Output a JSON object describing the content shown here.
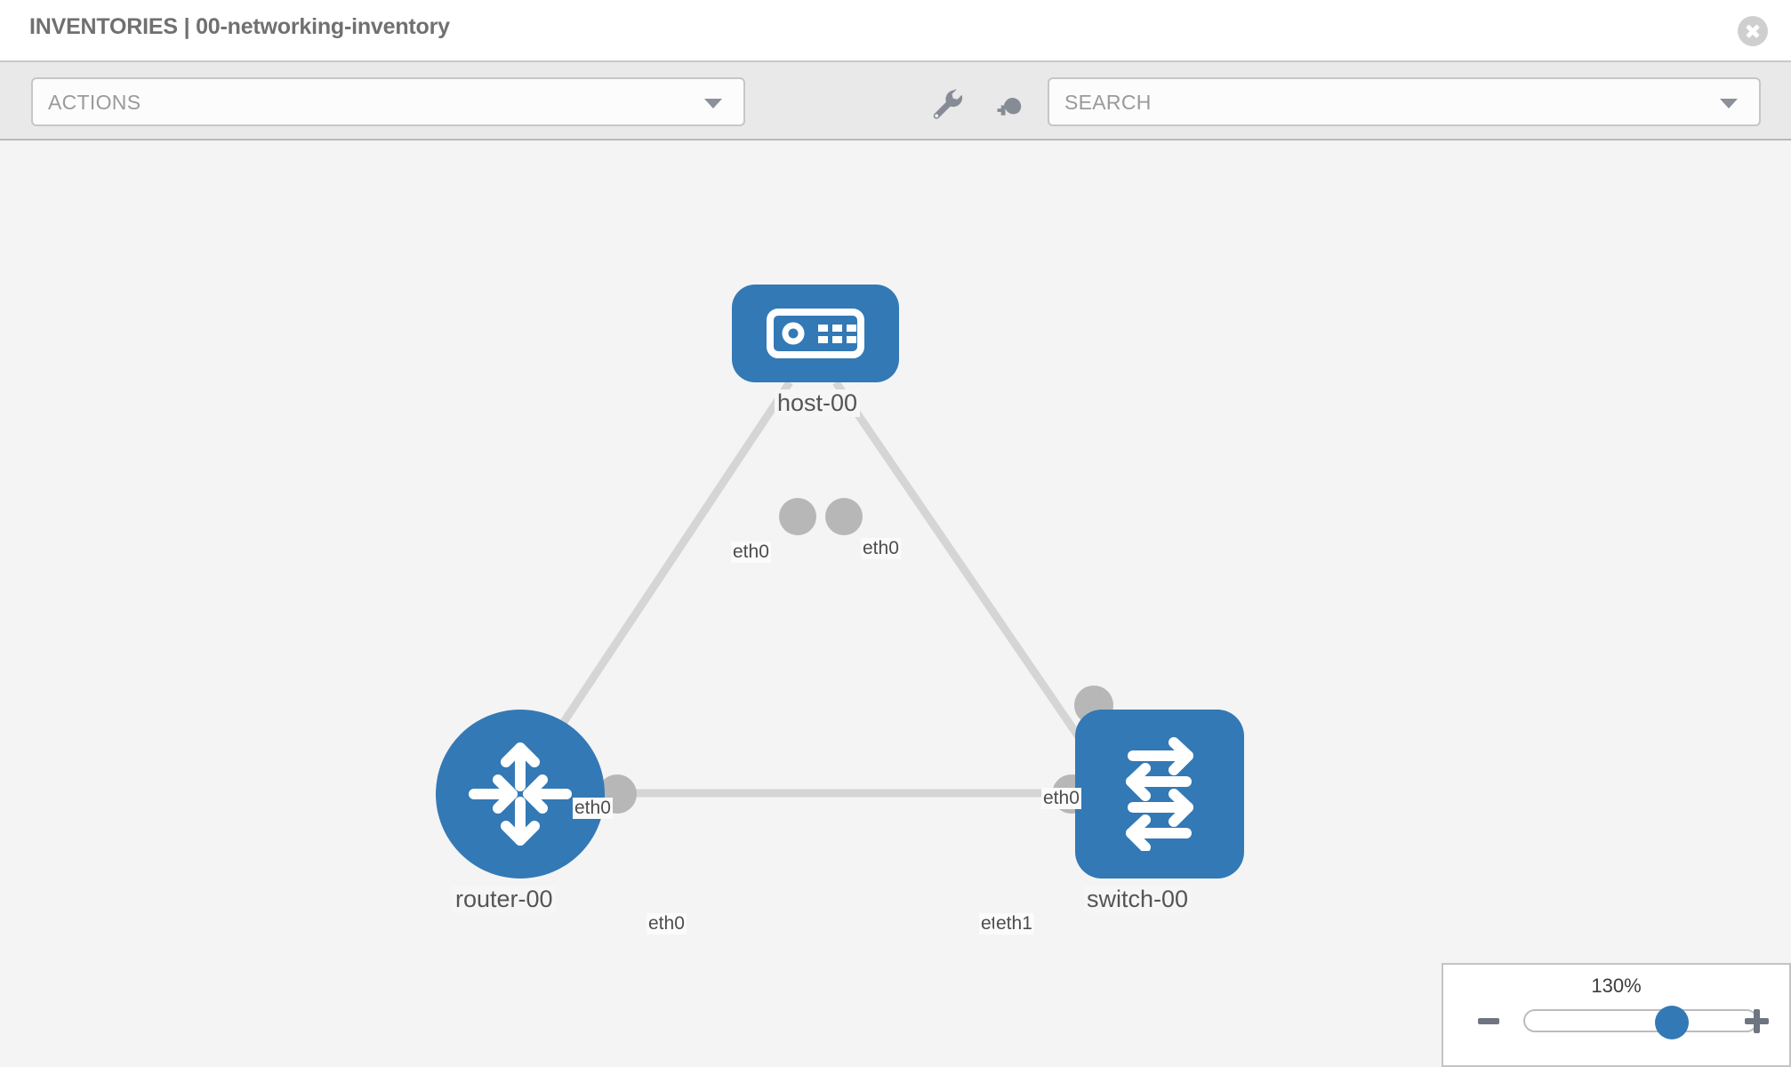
{
  "header": {
    "title": "INVENTORIES | 00-networking-inventory",
    "close_icon": "close-circle-icon"
  },
  "toolbar": {
    "actions_label": "ACTIONS",
    "actions_caret_icon": "chevron-down-icon",
    "wrench_icon": "wrench-icon",
    "key_icon": "key-icon",
    "search_placeholder": "SEARCH",
    "search_value": "",
    "search_caret_icon": "chevron-down-icon"
  },
  "topology": {
    "nodes": [
      {
        "id": "host-00",
        "label": "host-00",
        "icon": "server-appliance-icon",
        "shape": "rounded-square",
        "color": "#3379b5"
      },
      {
        "id": "router-00",
        "label": "router-00",
        "icon": "router-arrows-icon",
        "shape": "circle",
        "color": "#3379b5"
      },
      {
        "id": "switch-00",
        "label": "switch-00",
        "icon": "switch-arrows-icon",
        "shape": "rounded-square",
        "color": "#3379b5"
      }
    ],
    "edges": [
      {
        "from": "host-00",
        "to": "router-00",
        "from_label": "eth0",
        "to_label": "eth0"
      },
      {
        "from": "host-00",
        "to": "switch-00",
        "from_label": "eth0",
        "to_label": "eth0"
      },
      {
        "from": "router-00",
        "to": "switch-00",
        "from_label": "eth0",
        "to_label": "eth1"
      }
    ],
    "edge_labels": {
      "host_left": "eth0",
      "host_right": "eth0",
      "router_upper": "eth0",
      "switch_upper": "eth0",
      "router_right": "eth0",
      "switch_left_overlap": "et",
      "switch_left": "eth1"
    },
    "link_color": "#d5d5d5",
    "anchor_color": "#b7b7b7"
  },
  "zoom_control": {
    "value": "130%",
    "minus_icon": "minus-icon",
    "plus_icon": "plus-icon",
    "slider_percent": 65
  }
}
